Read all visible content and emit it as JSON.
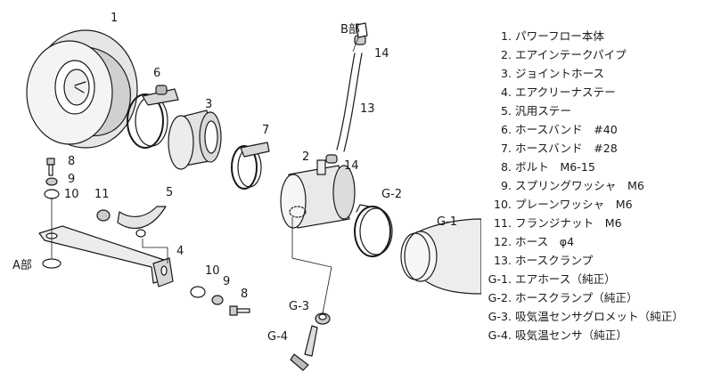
{
  "callouts": {
    "c1": "1",
    "c2": "2",
    "c3": "3",
    "c4": "4",
    "c5": "5",
    "c6": "6",
    "c7": "7",
    "c8a": "8",
    "c8b": "8",
    "c9a": "9",
    "c9b": "9",
    "c10a": "10",
    "c10b": "10",
    "c11": "11",
    "c13": "13",
    "c14a": "14",
    "c14b": "14",
    "g1": "G-1",
    "g2": "G-2",
    "g3": "G-3",
    "g4": "G-4",
    "partA": "A部",
    "partB": "B部"
  },
  "parts_list": [
    {
      "num": "1.",
      "name": "パワーフロー本体"
    },
    {
      "num": "2.",
      "name": "エアインテークパイプ"
    },
    {
      "num": "3.",
      "name": "ジョイントホース"
    },
    {
      "num": "4.",
      "name": "エアクリーナステー"
    },
    {
      "num": "5.",
      "name": "汎用ステー"
    },
    {
      "num": "6.",
      "name": "ホースバンド　#40"
    },
    {
      "num": "7.",
      "name": "ホースバンド　#28"
    },
    {
      "num": "8.",
      "name": "ボルト　M6-15"
    },
    {
      "num": "9.",
      "name": "スプリングワッシャ　M6"
    },
    {
      "num": "10.",
      "name": "プレーンワッシャ　M6"
    },
    {
      "num": "11.",
      "name": "フランジナット　M6"
    },
    {
      "num": "12.",
      "name": "ホース　φ4"
    },
    {
      "num": "13.",
      "name": "ホースクランプ"
    },
    {
      "num": "G-1.",
      "name": "エアホース（純正）"
    },
    {
      "num": "G-2.",
      "name": "ホースクランプ（純正）"
    },
    {
      "num": "G-3.",
      "name": "吸気温センサグロメット（純正）"
    },
    {
      "num": "G-4.",
      "name": "吸気温センサ（純正）"
    }
  ]
}
